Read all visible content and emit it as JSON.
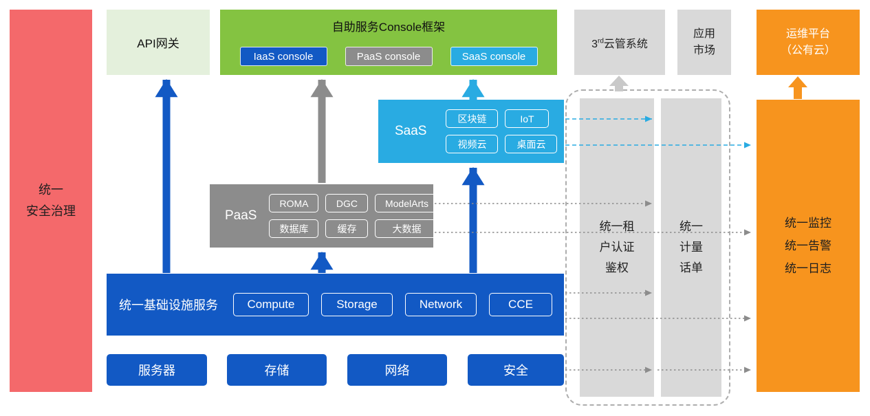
{
  "security_bar": {
    "lines": [
      "统一",
      "安全治理"
    ]
  },
  "api_gateway": {
    "label": "API网关"
  },
  "console": {
    "title": "自助服务Console框架",
    "iaas_label": "IaaS console",
    "paas_label": "PaaS console",
    "saas_label": "SaaS console"
  },
  "third_party": {
    "prefix": "3",
    "superscript": "rd",
    "rest": "云管系统"
  },
  "app_market": {
    "lines": [
      "应用",
      "市场"
    ]
  },
  "om_platform": {
    "lines": [
      "运维平台",
      "（公有云）"
    ]
  },
  "saas": {
    "label": "SaaS",
    "items": [
      "区块链",
      "IoT",
      "视频云",
      "桌面云"
    ]
  },
  "paas": {
    "label": "PaaS",
    "items": [
      "ROMA",
      "DGC",
      "ModelArts",
      "数据库",
      "缓存",
      "大数据"
    ]
  },
  "infra": {
    "label": "统一基础设施服务",
    "items": [
      "Compute",
      "Storage",
      "Network",
      "CCE"
    ]
  },
  "resources": {
    "items": [
      "服务器",
      "存储",
      "网络",
      "安全"
    ]
  },
  "auth_bar": {
    "lines": [
      "统一租",
      "户认证",
      "鉴权"
    ]
  },
  "metering_bar": {
    "lines": [
      "统一",
      "计量",
      "话单"
    ]
  },
  "monitoring_bar": {
    "lines": [
      "统一监控",
      "统一告警",
      "统一日志"
    ]
  },
  "colors": {
    "blue": "#1259C4",
    "green": "#84C341",
    "light_green": "#E4F0DC",
    "cyan": "#29ABE2",
    "gray": "#8C8C8C",
    "light_gray": "#D9D9D9",
    "orange": "#F7941E",
    "red": "#F4696B"
  }
}
